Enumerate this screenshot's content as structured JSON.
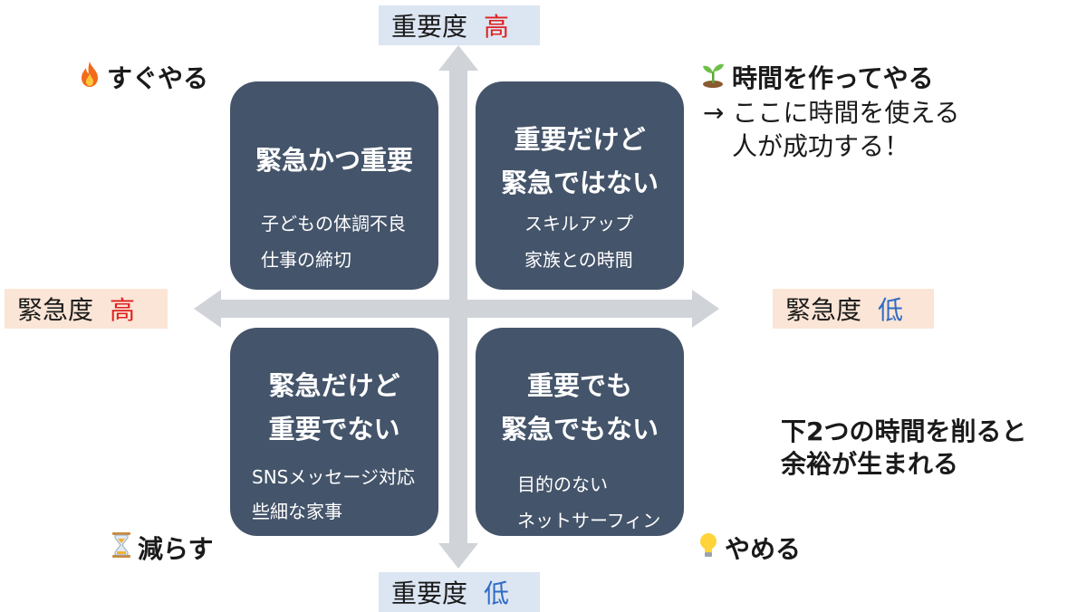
{
  "axes": {
    "importance_high": {
      "label": "重要度",
      "level": "高"
    },
    "importance_low": {
      "label": "重要度",
      "level": "低"
    },
    "urgency_high": {
      "label": "緊急度",
      "level": "高"
    },
    "urgency_low": {
      "label": "緊急度",
      "level": "低"
    }
  },
  "quadrants": {
    "top_left": {
      "title": [
        "緊急かつ重要"
      ],
      "items": [
        "子どもの体調不良",
        "仕事の締切"
      ]
    },
    "top_right": {
      "title": [
        "重要だけど",
        "緊急ではない"
      ],
      "items": [
        "スキルアップ",
        "家族との時間"
      ]
    },
    "bottom_left": {
      "title": [
        "緊急だけど",
        "重要でない"
      ],
      "items": [
        "SNSメッセージ対応",
        "些細な家事"
      ]
    },
    "bottom_right": {
      "title": [
        "重要でも",
        "緊急でもない"
      ],
      "items": [
        "目的のない",
        "ネットサーフィン"
      ]
    }
  },
  "actions": {
    "top_left": {
      "icon": "fire-icon",
      "label": "すぐやる"
    },
    "top_right": {
      "icon": "seedling-icon",
      "label": "時間を作ってやる"
    },
    "bottom_left": {
      "icon": "hourglass-icon",
      "label": "減らす"
    },
    "bottom_right": {
      "icon": "lightbulb-icon",
      "label": "やめる"
    }
  },
  "notes": {
    "top_right_line1": "→ ここに時間を使える",
    "top_right_line2": "人が成功する！",
    "bottom_right_line1": "下2つの時間を削ると",
    "bottom_right_line2": "余裕が生まれる"
  },
  "colors": {
    "quadrant_bg": "#44546a",
    "arrow": "#d0d3d8",
    "high": "#e02020",
    "low": "#2f6bc4",
    "vertical_label_bg": "#dce5f2",
    "horizontal_label_bg": "#fbe5d6"
  }
}
